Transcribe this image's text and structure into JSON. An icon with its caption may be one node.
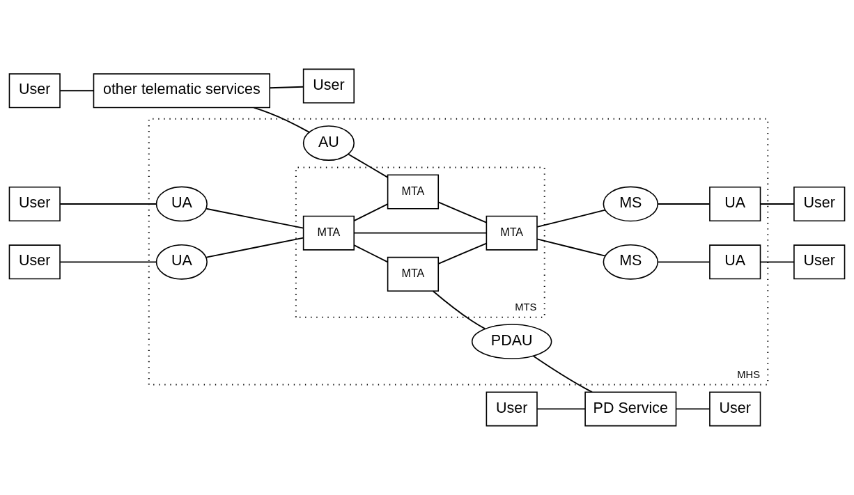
{
  "diagram": {
    "nodes": [
      {
        "text": [
          "User"
        ]
      },
      {
        "text": [
          "other telematic services"
        ]
      },
      {
        "text": [
          "User"
        ]
      },
      {
        "text": [
          "MHS"
        ]
      },
      {
        "text": [
          "AU"
        ],
        "in": 3
      },
      {
        "text": [
          "UA"
        ],
        "in": 3
      },
      {
        "text": [
          "UA"
        ],
        "in": 3
      },
      {
        "text": [
          "MTS"
        ],
        "in": 3
      },
      {
        "text": [
          "MTA"
        ],
        "in": 7
      },
      {
        "text": [
          "MTA"
        ],
        "in": 7
      },
      {
        "text": [
          "MTA"
        ],
        "in": 7
      },
      {
        "text": [
          "MTA"
        ],
        "in": 7
      },
      {
        "text": [
          "MS"
        ],
        "in": 3
      },
      {
        "text": [
          "UA"
        ],
        "in": 3
      },
      {
        "text": [
          "MS"
        ],
        "in": 3
      },
      {
        "text": [
          "UA"
        ],
        "in": 3
      },
      {
        "text": [
          "PDAU"
        ],
        "in": 3
      },
      {
        "text": [
          "User"
        ]
      },
      {
        "text": [
          "User"
        ]
      },
      {
        "text": [
          "User"
        ]
      },
      {
        "text": [
          "User"
        ]
      },
      {
        "text": [
          "User"
        ]
      },
      {
        "text": [
          "PD Service"
        ]
      },
      {
        "text": [
          "User"
        ]
      }
    ],
    "edges": [
      {
        "from": 0,
        "to": 1,
        "arrow": "none"
      },
      {
        "from": 1,
        "to": 2,
        "arrow": "none"
      },
      {
        "from": 1,
        "to": 4,
        "arrow": "none"
      },
      {
        "from": 4,
        "to": 8,
        "arrow": "none"
      },
      {
        "from": 17,
        "to": 5,
        "arrow": "none"
      },
      {
        "from": 18,
        "to": 6,
        "arrow": "none"
      },
      {
        "from": 5,
        "to": 9,
        "arrow": "none"
      },
      {
        "from": 6,
        "to": 9,
        "arrow": "none"
      },
      {
        "from": 9,
        "to": 8,
        "arrow": "none"
      },
      {
        "from": 9,
        "to": 10,
        "arrow": "none"
      },
      {
        "from": 9,
        "to": 11,
        "arrow": "none"
      },
      {
        "from": 8,
        "to": 10,
        "arrow": "none"
      },
      {
        "from": 11,
        "to": 10,
        "arrow": "none"
      },
      {
        "from": 10,
        "to": 12,
        "arrow": "none"
      },
      {
        "from": 10,
        "to": 14,
        "arrow": "none"
      },
      {
        "from": 12,
        "to": 13,
        "arrow": "none"
      },
      {
        "from": 14,
        "to": 15,
        "arrow": "none"
      },
      {
        "from": 13,
        "to": 19,
        "arrow": "none"
      },
      {
        "from": 15,
        "to": 20,
        "arrow": "none"
      },
      {
        "from": 11,
        "to": 16,
        "arrow": "none"
      },
      {
        "from": 16,
        "to": 22,
        "arrow": "none"
      },
      {
        "from": 21,
        "to": 22,
        "arrow": "none"
      },
      {
        "from": 22,
        "to": 23,
        "arrow": "none"
      }
    ]
  }
}
